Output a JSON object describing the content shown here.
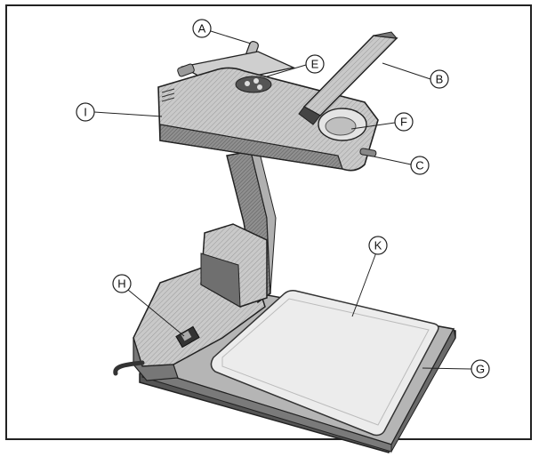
{
  "figure": {
    "callouts": [
      {
        "id": "A",
        "label": "A"
      },
      {
        "id": "B",
        "label": "B"
      },
      {
        "id": "C",
        "label": "C"
      },
      {
        "id": "E",
        "label": "E"
      },
      {
        "id": "F",
        "label": "F"
      },
      {
        "id": "G",
        "label": "G"
      },
      {
        "id": "H",
        "label": "H"
      },
      {
        "id": "I",
        "label": "I"
      },
      {
        "id": "K",
        "label": "K"
      }
    ]
  }
}
